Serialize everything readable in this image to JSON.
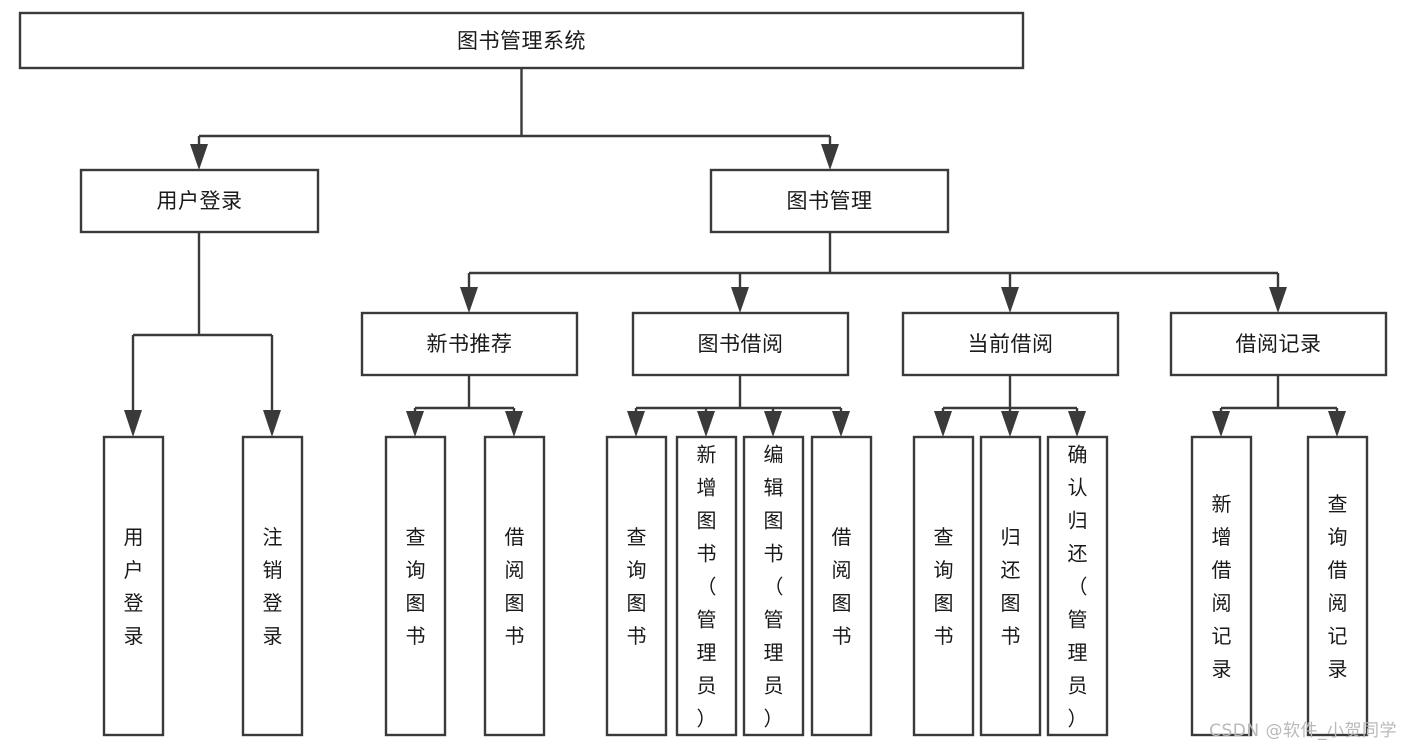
{
  "diagram": {
    "type": "tree",
    "title": "图书管理系统",
    "orientation": "top-down",
    "watermark": "CSDN @软件_小贺同学",
    "colors": {
      "stroke": "#3a3a3a",
      "fill": "#ffffff",
      "text": "#1a1a1a",
      "watermark": "#b9b9b9",
      "background": "#ffffff"
    },
    "root": {
      "label": "图书管理系统",
      "level": 0
    },
    "level1": [
      {
        "label": "用户登录",
        "level": 1
      },
      {
        "label": "图书管理",
        "level": 1
      }
    ],
    "level2": [
      {
        "label": "新书推荐",
        "level": 2,
        "parent": "图书管理"
      },
      {
        "label": "图书借阅",
        "level": 2,
        "parent": "图书管理"
      },
      {
        "label": "当前借阅",
        "level": 2,
        "parent": "图书管理"
      },
      {
        "label": "借阅记录",
        "level": 2,
        "parent": "图书管理"
      }
    ],
    "leaves": {
      "user_login": [
        {
          "label": "用户登录"
        },
        {
          "label": "注销登录"
        }
      ],
      "new_book": [
        {
          "label": "查询图书"
        },
        {
          "label": "借阅图书"
        }
      ],
      "book_borrow": [
        {
          "label": "查询图书"
        },
        {
          "label": "新增图书（管理员）"
        },
        {
          "label": "编辑图书（管理员）"
        },
        {
          "label": "借阅图书"
        }
      ],
      "current_borrow": [
        {
          "label": "查询图书"
        },
        {
          "label": "归还图书"
        },
        {
          "label": "确认归还（管理员）"
        }
      ],
      "borrow_record": [
        {
          "label": "新增借阅记录"
        },
        {
          "label": "查询借阅记录"
        }
      ]
    }
  }
}
